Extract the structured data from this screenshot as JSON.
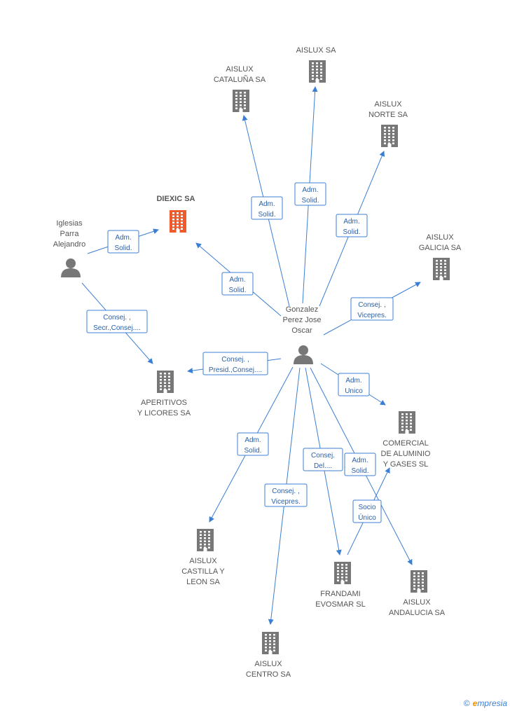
{
  "colors": {
    "edge": "#3b7fd4",
    "building": "#777777",
    "building_main": "#ef5a2a",
    "person": "#777777"
  },
  "nodes": [
    {
      "id": "diexic",
      "type": "company",
      "main": true,
      "label": [
        "DIEXIC SA"
      ],
      "icon": "building-icon"
    },
    {
      "id": "iglesias",
      "type": "person",
      "label": [
        "Iglesias",
        "Parra",
        "Alejandro"
      ],
      "icon": "person-icon"
    },
    {
      "id": "gonzalez",
      "type": "person",
      "label": [
        "Gonzalez",
        "Perez Jose",
        "Oscar"
      ],
      "icon": "person-icon"
    },
    {
      "id": "aislux",
      "type": "company",
      "label": [
        "AISLUX SA"
      ],
      "icon": "building-icon"
    },
    {
      "id": "cataluna",
      "type": "company",
      "label": [
        "AISLUX",
        "CATALUÑA SA"
      ],
      "icon": "building-icon"
    },
    {
      "id": "norte",
      "type": "company",
      "label": [
        "AISLUX",
        "NORTE SA"
      ],
      "icon": "building-icon"
    },
    {
      "id": "galicia",
      "type": "company",
      "label": [
        "AISLUX",
        "GALICIA SA"
      ],
      "icon": "building-icon"
    },
    {
      "id": "aperitivos",
      "type": "company",
      "label": [
        "APERITIVOS",
        "Y LICORES SA"
      ],
      "icon": "building-icon"
    },
    {
      "id": "comercial",
      "type": "company",
      "label": [
        "COMERCIAL",
        "DE ALUMINIO",
        "Y GASES  SL"
      ],
      "icon": "building-icon"
    },
    {
      "id": "castilla",
      "type": "company",
      "label": [
        "AISLUX",
        "CASTILLA Y",
        "LEON SA"
      ],
      "icon": "building-icon"
    },
    {
      "id": "frandami",
      "type": "company",
      "label": [
        "FRANDAMI",
        "EVOSMAR SL"
      ],
      "icon": "building-icon"
    },
    {
      "id": "andalucia",
      "type": "company",
      "label": [
        "AISLUX",
        "ANDALUCIA SA"
      ],
      "icon": "building-icon"
    },
    {
      "id": "centro",
      "type": "company",
      "label": [
        "AISLUX",
        "CENTRO SA"
      ],
      "icon": "building-icon"
    }
  ],
  "edges": [
    {
      "from": "iglesias",
      "to": "diexic",
      "label": [
        "Adm.",
        "Solid."
      ]
    },
    {
      "from": "iglesias",
      "to": "aperitivos",
      "label": [
        "Consej. ,",
        "Secr.,Consej...."
      ]
    },
    {
      "from": "gonzalez",
      "to": "diexic",
      "label": [
        "Adm.",
        "Solid."
      ]
    },
    {
      "from": "gonzalez",
      "to": "cataluna",
      "label": [
        "Adm.",
        "Solid."
      ]
    },
    {
      "from": "gonzalez",
      "to": "aislux",
      "label": [
        "Adm.",
        "Solid."
      ]
    },
    {
      "from": "gonzalez",
      "to": "norte",
      "label": [
        "Adm.",
        "Solid."
      ]
    },
    {
      "from": "gonzalez",
      "to": "galicia",
      "label": [
        "Consej. ,",
        "Vicepres."
      ]
    },
    {
      "from": "gonzalez",
      "to": "aperitivos",
      "label": [
        "Consej. ,",
        "Presid.,Consej...."
      ]
    },
    {
      "from": "gonzalez",
      "to": "comercial",
      "label": [
        "Adm.",
        "Unico"
      ]
    },
    {
      "from": "gonzalez",
      "to": "castilla",
      "label": [
        "Adm.",
        "Solid."
      ]
    },
    {
      "from": "gonzalez",
      "to": "centro",
      "label": [
        "Consej. ,",
        "Vicepres."
      ]
    },
    {
      "from": "gonzalez",
      "to": "frandami",
      "label": [
        "Consej.",
        "Del...."
      ]
    },
    {
      "from": "gonzalez",
      "to": "andalucia",
      "label": [
        "Adm.",
        "Solid."
      ]
    },
    {
      "from": "frandami",
      "to": "comercial",
      "label": [
        "Socio",
        "Único"
      ]
    }
  ],
  "footer": {
    "copyright": "©",
    "brand_e": "e",
    "brand_rest": "mpresia"
  }
}
